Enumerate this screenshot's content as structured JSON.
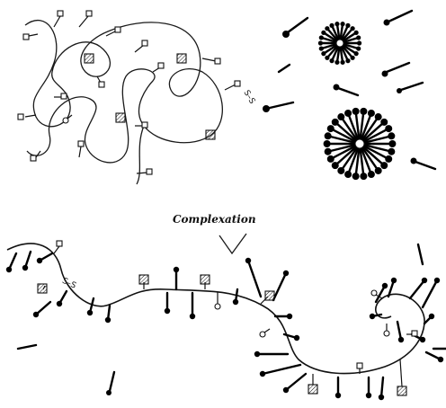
{
  "diagram": {
    "process_label": "Complexation",
    "disulfide_label_top": "S–S",
    "disulfide_label_bottom": "S–S"
  },
  "colors": {
    "ink": "#111111",
    "background": "#ffffff"
  }
}
